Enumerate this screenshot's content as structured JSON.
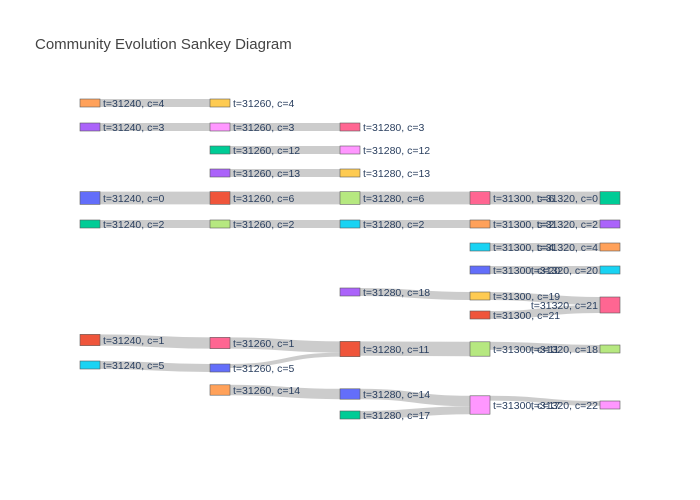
{
  "title": "Community Evolution Sankey Diagram",
  "colors": {
    "link": "#c6c6c6",
    "node_border": "#5a5a5a"
  },
  "nodes": [
    {
      "id": "t31240_c4",
      "label": "t=31240, c=4",
      "t": 31240,
      "color": "#FFA15A"
    },
    {
      "id": "t31260_c4",
      "label": "t=31260, c=4",
      "t": 31260,
      "color": "#FECB52"
    },
    {
      "id": "t31240_c3",
      "label": "t=31240, c=3",
      "t": 31240,
      "color": "#AB63FA"
    },
    {
      "id": "t31260_c3",
      "label": "t=31260, c=3",
      "t": 31260,
      "color": "#FF97FF"
    },
    {
      "id": "t31280_c3",
      "label": "t=31280, c=3",
      "t": 31280,
      "color": "#FF6692"
    },
    {
      "id": "t31260_c12",
      "label": "t=31260, c=12",
      "t": 31260,
      "color": "#00CC96"
    },
    {
      "id": "t31280_c12",
      "label": "t=31280, c=12",
      "t": 31280,
      "color": "#FF97FF"
    },
    {
      "id": "t31260_c13",
      "label": "t=31260, c=13",
      "t": 31260,
      "color": "#AB63FA"
    },
    {
      "id": "t31280_c13",
      "label": "t=31280, c=13",
      "t": 31280,
      "color": "#FECB52"
    },
    {
      "id": "t31240_c0",
      "label": "t=31240, c=0",
      "t": 31240,
      "color": "#636EFA"
    },
    {
      "id": "t31260_c6",
      "label": "t=31260, c=6",
      "t": 31260,
      "color": "#EF553B"
    },
    {
      "id": "t31280_c6",
      "label": "t=31280, c=6",
      "t": 31280,
      "color": "#B6E880"
    },
    {
      "id": "t31300_c6",
      "label": "t=31300, c=6",
      "t": 31300,
      "color": "#FF6692"
    },
    {
      "id": "t31320_c0",
      "label": "t=31320, c=0",
      "t": 31320,
      "color": "#00CC96"
    },
    {
      "id": "t31240_c2",
      "label": "t=31240, c=2",
      "t": 31240,
      "color": "#00CC96"
    },
    {
      "id": "t31260_c2",
      "label": "t=31260, c=2",
      "t": 31260,
      "color": "#B6E880"
    },
    {
      "id": "t31280_c2",
      "label": "t=31280, c=2",
      "t": 31280,
      "color": "#19D3F3"
    },
    {
      "id": "t31300_c2",
      "label": "t=31300, c=2",
      "t": 31300,
      "color": "#FFA15A"
    },
    {
      "id": "t31320_c2",
      "label": "t=31320, c=2",
      "t": 31320,
      "color": "#AB63FA"
    },
    {
      "id": "t31300_c4",
      "label": "t=31300, c=4",
      "t": 31300,
      "color": "#19D3F3"
    },
    {
      "id": "t31320_c4",
      "label": "t=31320, c=4",
      "t": 31320,
      "color": "#FFA15A"
    },
    {
      "id": "t31300_c20",
      "label": "t=31300, c=20",
      "t": 31300,
      "color": "#636EFA"
    },
    {
      "id": "t31320_c20",
      "label": "t=31320, c=20",
      "t": 31320,
      "color": "#19D3F3"
    },
    {
      "id": "t31280_c18",
      "label": "t=31280, c=18",
      "t": 31280,
      "color": "#AB63FA"
    },
    {
      "id": "t31300_c19",
      "label": "t=31300, c=19",
      "t": 31300,
      "color": "#FECB52"
    },
    {
      "id": "t31300_c21",
      "label": "t=31300, c=21",
      "t": 31300,
      "color": "#EF553B"
    },
    {
      "id": "t31320_c21",
      "label": "t=31320, c=21",
      "t": 31320,
      "color": "#FF6692"
    },
    {
      "id": "t31240_c1",
      "label": "t=31240, c=1",
      "t": 31240,
      "color": "#EF553B"
    },
    {
      "id": "t31260_c1",
      "label": "t=31260, c=1",
      "t": 31260,
      "color": "#FF6692"
    },
    {
      "id": "t31280_c11",
      "label": "t=31280, c=11",
      "t": 31280,
      "color": "#EF553B"
    },
    {
      "id": "t31300_c11",
      "label": "t=31300, c=11",
      "t": 31300,
      "color": "#B6E880"
    },
    {
      "id": "t31320_c18",
      "label": "t=31320, c=18",
      "t": 31320,
      "color": "#B6E880"
    },
    {
      "id": "t31240_c5",
      "label": "t=31240, c=5",
      "t": 31240,
      "color": "#19D3F3"
    },
    {
      "id": "t31260_c5",
      "label": "t=31260, c=5",
      "t": 31260,
      "color": "#636EFA"
    },
    {
      "id": "t31260_c14",
      "label": "t=31260, c=14",
      "t": 31260,
      "color": "#FFA15A"
    },
    {
      "id": "t31280_c14",
      "label": "t=31280, c=14",
      "t": 31280,
      "color": "#636EFA"
    },
    {
      "id": "t31300_c17",
      "label": "t=31300, c=17",
      "t": 31300,
      "color": "#FF97FF"
    },
    {
      "id": "t31280_c17",
      "label": "t=31280, c=17",
      "t": 31280,
      "color": "#00CC96"
    },
    {
      "id": "t31320_c22",
      "label": "t=31320, c=22",
      "t": 31320,
      "color": "#FF97FF"
    }
  ],
  "links": [
    {
      "source": "t31240_c4",
      "target": "t31260_c4",
      "value": 1
    },
    {
      "source": "t31240_c3",
      "target": "t31260_c3",
      "value": 1
    },
    {
      "source": "t31260_c3",
      "target": "t31280_c3",
      "value": 1
    },
    {
      "source": "t31260_c12",
      "target": "t31280_c12",
      "value": 1
    },
    {
      "source": "t31260_c13",
      "target": "t31280_c13",
      "value": 1
    },
    {
      "source": "t31240_c0",
      "target": "t31260_c6",
      "value": 1.6
    },
    {
      "source": "t31260_c6",
      "target": "t31280_c6",
      "value": 1.6
    },
    {
      "source": "t31280_c6",
      "target": "t31300_c6",
      "value": 1.6
    },
    {
      "source": "t31300_c6",
      "target": "t31320_c0",
      "value": 1.6
    },
    {
      "source": "t31240_c2",
      "target": "t31260_c2",
      "value": 1
    },
    {
      "source": "t31260_c2",
      "target": "t31280_c2",
      "value": 1
    },
    {
      "source": "t31280_c2",
      "target": "t31300_c2",
      "value": 1
    },
    {
      "source": "t31300_c2",
      "target": "t31320_c2",
      "value": 1
    },
    {
      "source": "t31300_c4",
      "target": "t31320_c4",
      "value": 1
    },
    {
      "source": "t31300_c20",
      "target": "t31320_c20",
      "value": 1
    },
    {
      "source": "t31280_c18",
      "target": "t31300_c19",
      "value": 1
    },
    {
      "source": "t31300_c19",
      "target": "t31320_c21",
      "value": 1
    },
    {
      "source": "t31300_c21",
      "target": "t31320_c21",
      "value": 1
    },
    {
      "source": "t31240_c1",
      "target": "t31260_c1",
      "value": 1.4
    },
    {
      "source": "t31260_c1",
      "target": "t31280_c11",
      "value": 1.4
    },
    {
      "source": "t31240_c5",
      "target": "t31260_c5",
      "value": 1
    },
    {
      "source": "t31260_c5",
      "target": "t31280_c11",
      "value": 0.5
    },
    {
      "source": "t31280_c11",
      "target": "t31300_c11",
      "value": 1.8
    },
    {
      "source": "t31300_c11",
      "target": "t31320_c18",
      "value": 1
    },
    {
      "source": "t31260_c14",
      "target": "t31280_c14",
      "value": 1.3
    },
    {
      "source": "t31280_c14",
      "target": "t31300_c17",
      "value": 1.3
    },
    {
      "source": "t31280_c17",
      "target": "t31300_c17",
      "value": 1
    },
    {
      "source": "t31300_c17",
      "target": "t31320_c22",
      "value": 0.6
    }
  ]
}
